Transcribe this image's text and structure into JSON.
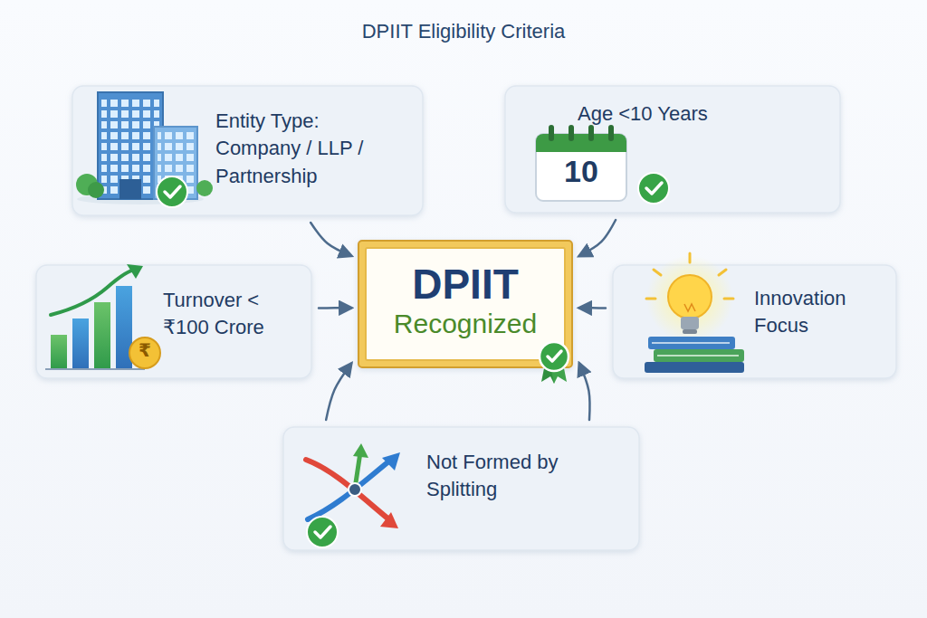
{
  "diagram": {
    "title": "DPIIT Eligibility Criteria",
    "nodes": [
      {
        "text": [
          "Entity Type: Company / LLP / Partnership"
        ]
      },
      {
        "text": [
          "Age <10 Years"
        ]
      },
      {
        "text": [
          "Turnover < ₹100 Crore"
        ]
      },
      {
        "text": [
          "DPIIT",
          "Recognized"
        ]
      },
      {
        "text": [
          "Innovation Focus"
        ]
      },
      {
        "text": [
          "Not Formed by Splitting"
        ]
      }
    ],
    "edges": [
      {
        "from": 0,
        "to": 3,
        "arrow": "to"
      },
      {
        "from": 1,
        "to": 3,
        "arrow": "to"
      },
      {
        "from": 2,
        "to": 3,
        "arrow": "to"
      },
      {
        "from": 4,
        "to": 3,
        "arrow": "to"
      },
      {
        "from": 5,
        "to": 3,
        "arrow": "to"
      },
      {
        "from": 5,
        "to": 3,
        "arrow": "to"
      }
    ],
    "labels": [
      "10",
      "₹"
    ]
  }
}
